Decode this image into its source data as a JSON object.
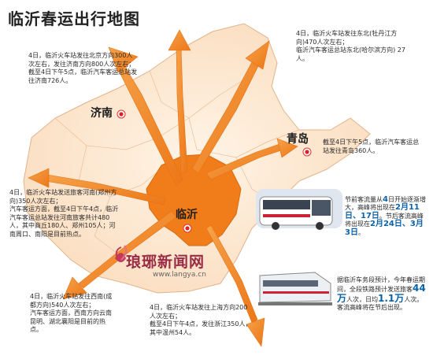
{
  "title": "临沂春运出行地图",
  "cities": {
    "jinan": "济南",
    "qingdao": "青岛",
    "linyi": "临沂"
  },
  "notes": {
    "northwest": "4日，临沂火车站发往北京方向300人次左右，发往济南方向800人次左右；\n截至4日下午5点，临沂汽车客运总站发往济南726人。",
    "northeast": "4日，临沂火车站发往东北(牡丹江方向)470人次左右；\n临沂汽车客运总站东北(哈尔滨方向) 27人。",
    "qingdao": "截至4日下午5点，临沂汽车客运总站发往青岛360人。",
    "west": "4日，临沂火车站发送旅客河南(郑州方向)350人次左右；\n汽车客运方面，截至4日下午4点，临沂汽车客运总站发往河南旅客共计480人，其中商丘180人、郑州105人；河南周口、南阳是目前热点。",
    "southwest": "4日，临沂火车站发往西南(成都方向)540人次左右；\n汽车客运方面，西南方向云南昆明、湖北襄阳是目前的热点。",
    "south": "4日，临沂火车站发往上海方向200人次左右；\n截至4日下午4点，发往浙江350人，其中温州54人。"
  },
  "bus_note": {
    "p1": "节前客流量从",
    "d1": "4",
    "p2": "日开始逐渐增大，高峰将出现在",
    "d2": "2月11日、17日",
    "p3": "。节后客流高峰将出现在",
    "d3": "2月24日、3月3日",
    "p4": "。"
  },
  "train_note": {
    "p1": "据临沂车务段预计，今年春运期间，全段铁路预计发送旅客",
    "v1": "44万",
    "p2": "人次，日均",
    "v2": "1.1万",
    "p3": "人次。客流高峰将在节后出现。"
  },
  "watermark": {
    "site": "琅琊新闻网",
    "url": "www.langya.cn"
  },
  "colors": {
    "arrow": "#f08a26",
    "province": "#fbe3cc",
    "linyi_region": "#f07d1a",
    "sea": "#ffffff",
    "site_text": "#9a2b45",
    "highlight": "#0a62a8"
  }
}
